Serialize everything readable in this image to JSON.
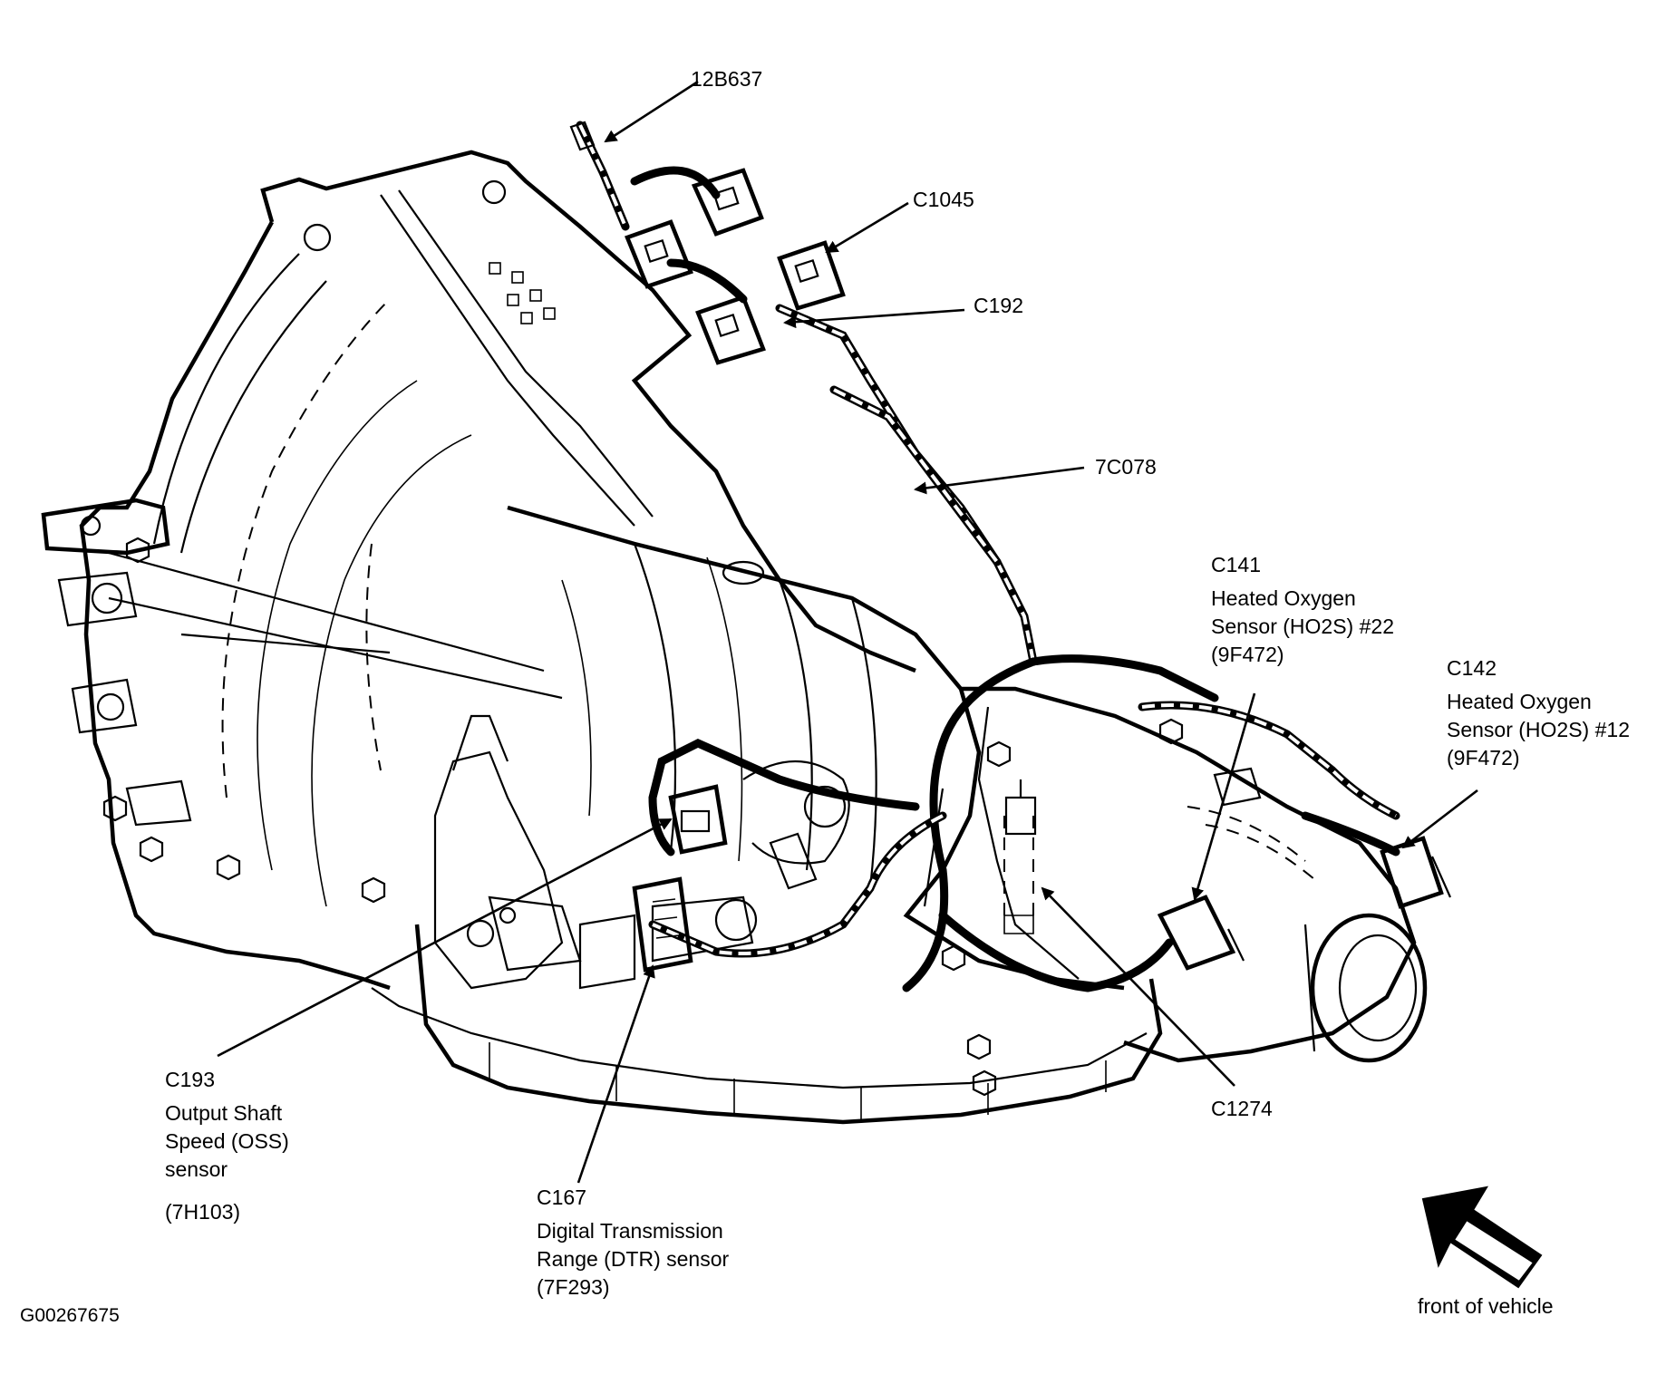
{
  "colors": {
    "ink": "#000000",
    "paper": "#ffffff"
  },
  "labels": {
    "harness_12b637": "12B637",
    "c1045": "C1045",
    "c192": "C192",
    "harness_7c078": "7C078",
    "c141": {
      "id": "C141",
      "line1": "Heated Oxygen",
      "line2": "Sensor (HO2S) #22",
      "part": "(9F472)"
    },
    "c142": {
      "id": "C142",
      "line1": "Heated Oxygen",
      "line2": "Sensor (HO2S) #12",
      "part": "(9F472)"
    },
    "c193": {
      "id": "C193",
      "line1": "Output Shaft",
      "line2": "Speed (OSS)",
      "line3": "sensor",
      "part": "(7H103)"
    },
    "c167": {
      "id": "C167",
      "line1": "Digital Transmission",
      "line2": "Range (DTR) sensor",
      "part": "(7F293)"
    },
    "c1274": "C1274",
    "figure_id": "G00267675",
    "front_of_vehicle": "front of vehicle"
  },
  "icons": {
    "direction_arrow": "front-arrow-icon"
  }
}
